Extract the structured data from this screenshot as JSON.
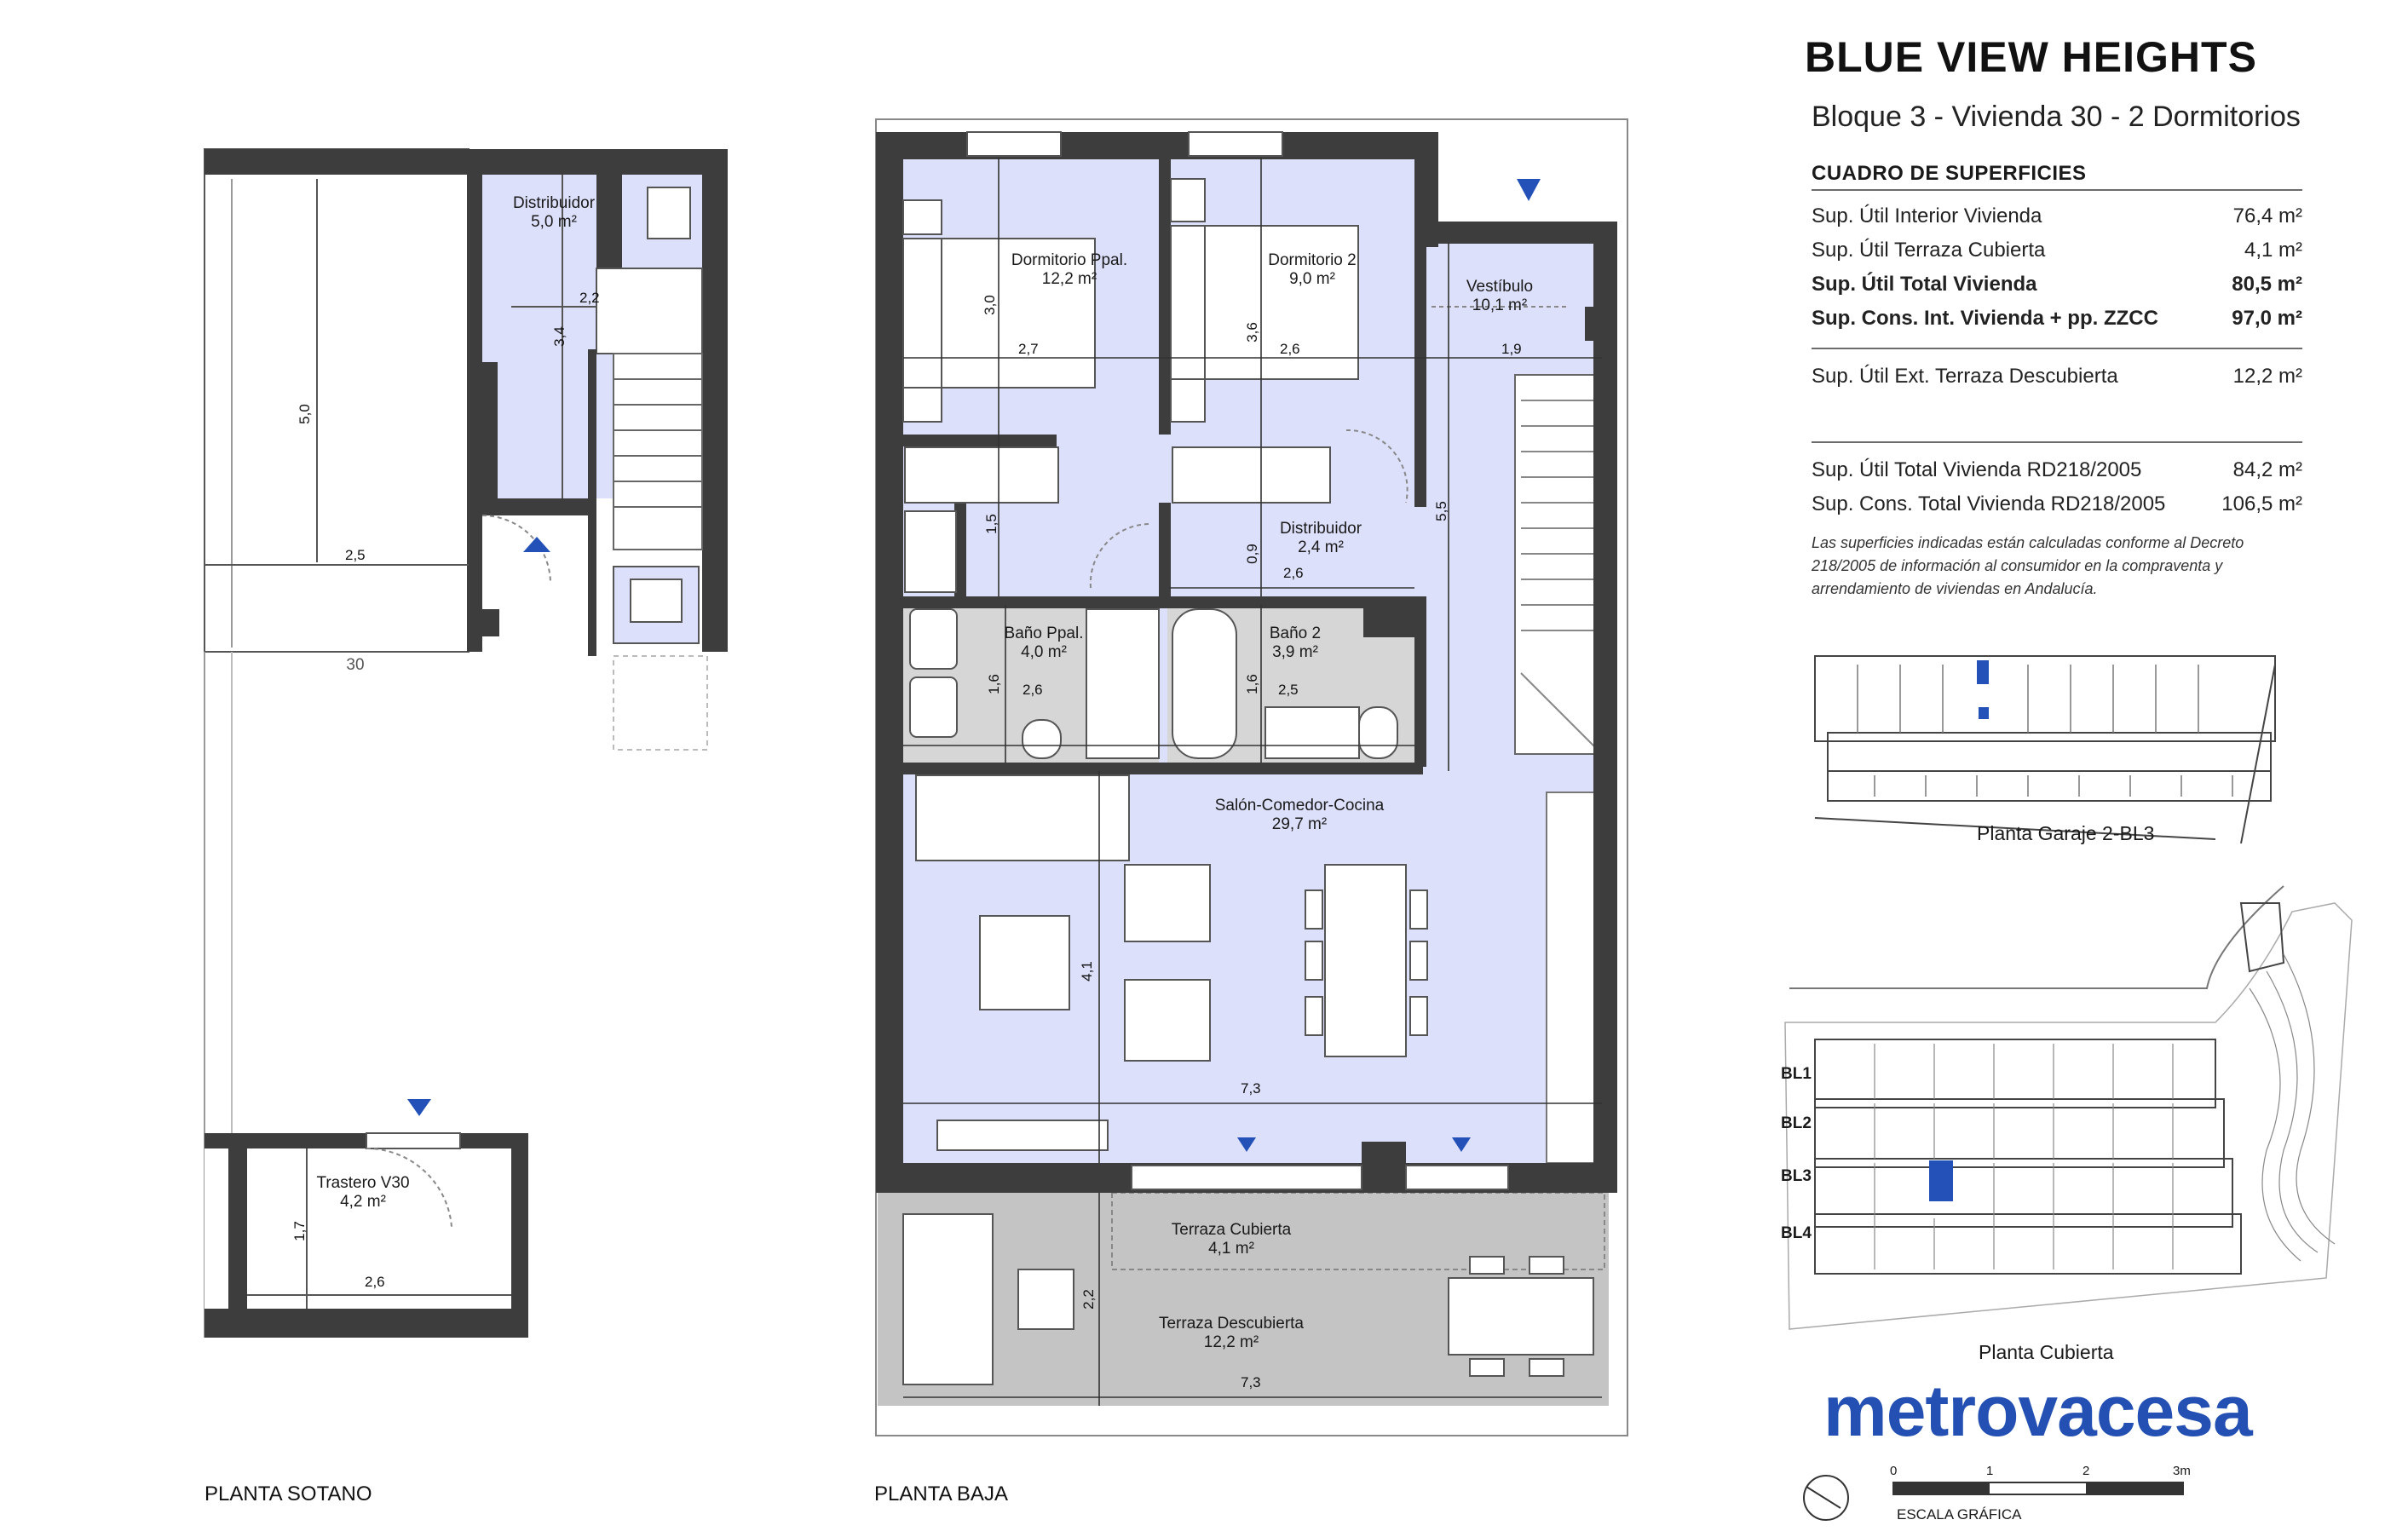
{
  "header": {
    "title": "BLUE VIEW HEIGHTS",
    "subtitle": "Bloque 3 - Vivienda 30 - 2 Dormitorios"
  },
  "surfaces": {
    "heading": "CUADRO DE SUPERFICIES",
    "rows": [
      {
        "label": "Sup. Útil Interior Vivienda",
        "value": "76,4 m²",
        "bold": false
      },
      {
        "label": "Sup. Útil Terraza Cubierta",
        "value": "4,1 m²",
        "bold": false
      },
      {
        "label": "Sup. Útil Total Vivienda",
        "value": "80,5 m²",
        "bold": true
      },
      {
        "label": "Sup. Cons. Int. Vivienda + pp. ZZCC",
        "value": "97,0 m²",
        "bold": true
      },
      {
        "label": "Sup. Útil Ext. Terraza Descubierta",
        "value": "12,2 m²",
        "bold": false
      },
      {
        "label": "Sup. Útil Total Vivienda RD218/2005",
        "value": "84,2 m²",
        "bold": false
      },
      {
        "label": "Sup. Cons. Total Vivienda RD218/2005",
        "value": "106,5 m²",
        "bold": false
      }
    ],
    "note": "Las superficies indicadas están calculadas conforme al Decreto 218/2005 de información al consumidor en la compraventa y arrendamiento de viviendas en Andalucía."
  },
  "key_plans": {
    "garage_label": "Planta Garaje 2-BL3",
    "roof_label": "Planta Cubierta",
    "blocks": [
      "BL1",
      "BL2",
      "BL3",
      "BL4"
    ]
  },
  "brand": "metrovacesa",
  "scale": {
    "label": "ESCALA GRÁFICA",
    "ticks": [
      "0",
      "1",
      "2",
      "3m"
    ]
  },
  "plan_labels": {
    "sotano": "PLANTA SOTANO",
    "baja": "PLANTA BAJA"
  },
  "sotano": {
    "parking_number": "30",
    "distribuidor": {
      "name": "Distribuidor",
      "area": "5,0 m²"
    },
    "trastero": {
      "name": "Trastero V30",
      "area": "4,2 m²"
    },
    "dims": {
      "d50": "5,0",
      "d25": "2,5",
      "d22": "2,2",
      "d34": "3,4",
      "d17": "1,7",
      "d26": "2,6"
    }
  },
  "baja": {
    "dormitorio_ppal": {
      "name": "Dormitorio Ppal.",
      "area": "12,2 m²"
    },
    "dormitorio_2": {
      "name": "Dormitorio 2",
      "area": "9,0 m²"
    },
    "vestibulo": {
      "name": "Vestíbulo",
      "area": "10,1 m²"
    },
    "distribuidor": {
      "name": "Distribuidor",
      "area": "2,4 m²"
    },
    "bano_ppal": {
      "name": "Baño Ppal.",
      "area": "4,0 m²"
    },
    "bano_2": {
      "name": "Baño 2",
      "area": "3,9 m²"
    },
    "salon": {
      "name": "Salón-Comedor-Cocina",
      "area": "29,7 m²"
    },
    "terraza_cubierta": {
      "name": "Terraza Cubierta",
      "area": "4,1 m²"
    },
    "terraza_descubierta": {
      "name": "Terraza Descubierta",
      "area": "12,2 m²"
    },
    "dims": {
      "d30": "3,0",
      "d27": "2,7",
      "d36": "3,6",
      "d26a": "2,6",
      "d19": "1,9",
      "d55": "5,5",
      "d15": "1,5",
      "d09": "0,9",
      "d26b": "2,6",
      "d16a": "1,6",
      "d26c": "2,6",
      "d16b": "1,6",
      "d25": "2,5",
      "d41": "4,1",
      "d73a": "7,3",
      "d22": "2,2",
      "d73b": "7,3"
    }
  },
  "colors": {
    "room": "#dde0fb",
    "bath": "#d6d6d6",
    "terrace": "#c4c4c4",
    "wall": "#3d3d3d",
    "accent": "#2351b8"
  }
}
